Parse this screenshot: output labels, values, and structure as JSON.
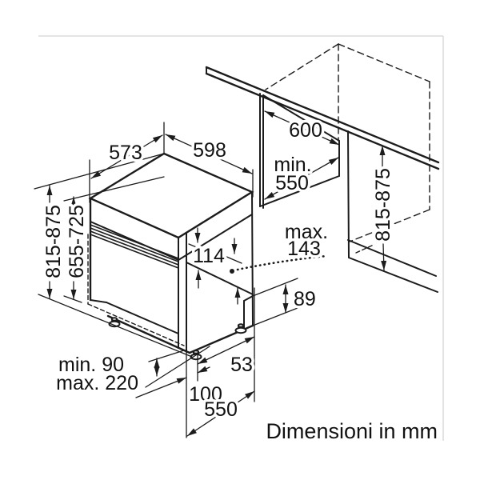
{
  "caption": "Dimensioni in mm",
  "dims": {
    "top_depth": "573",
    "top_width": "598",
    "niche_depth": "600",
    "niche_min_depth_word": "min.",
    "niche_min_depth_value": "550",
    "height_left": "815-875",
    "door_height": "655-725",
    "height_right": "815-875",
    "panel_height": "114",
    "pivot_word": "max.",
    "pivot_value": "143",
    "base_height": "89",
    "plinth_min": "min. 90",
    "plinth_max": "max. 220",
    "foot_depth_offset": "100",
    "foot_side_offset": "53",
    "body_depth": "550"
  },
  "colors": {
    "line": "#1c1c1c",
    "frame": "#dcdcdc",
    "background": "#ffffff"
  }
}
